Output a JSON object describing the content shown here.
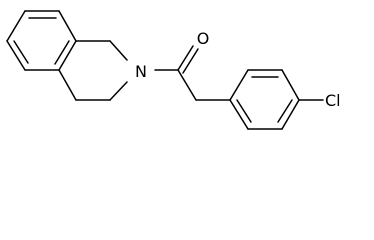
{
  "structure": {
    "atoms": {
      "nitrogen": "N",
      "oxygen": "O",
      "chlorine": "Cl"
    }
  },
  "colors": {
    "bond": "#000000",
    "background": "#ffffff"
  }
}
